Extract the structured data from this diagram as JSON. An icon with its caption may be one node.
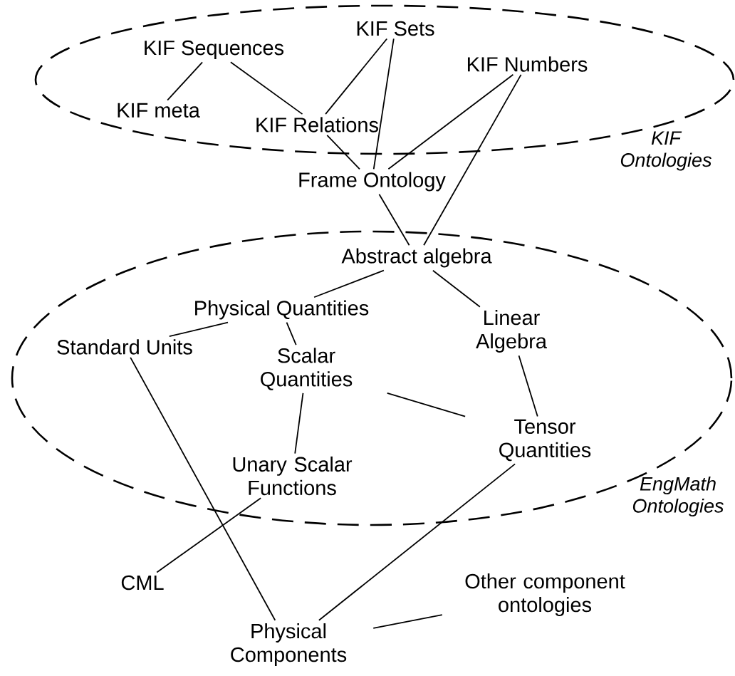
{
  "diagram": {
    "nodes": [
      {
        "text": [
          "KIF Ontologies"
        ]
      },
      {
        "text": [
          "KIF Sets"
        ],
        "in": 0
      },
      {
        "text": [
          "KIF Sequences"
        ],
        "in": 0
      },
      {
        "text": [
          "KIF Numbers"
        ],
        "in": 0
      },
      {
        "text": [
          "KIF meta"
        ],
        "in": 0
      },
      {
        "text": [
          "KIF Relations"
        ],
        "in": 0
      },
      {
        "text": [
          "Frame Ontology"
        ]
      },
      {
        "text": [
          "EngMath Ontologies"
        ]
      },
      {
        "text": [
          "Abstract algebra"
        ],
        "in": 7
      },
      {
        "text": [
          "Physical Quantities"
        ],
        "in": 7
      },
      {
        "text": [
          "Linear Algebra"
        ],
        "in": 7
      },
      {
        "text": [
          "Scalar Quantities"
        ],
        "in": 7
      },
      {
        "text": [
          "Standard Units"
        ],
        "in": 7
      },
      {
        "text": [
          "Tensor Quantities"
        ],
        "in": 7
      },
      {
        "text": [
          "Unary Scalar Functions"
        ],
        "in": 7
      },
      {
        "text": [
          "CML"
        ]
      },
      {
        "text": [
          "Other component ontologies"
        ]
      },
      {
        "text": [
          "Physical Components"
        ]
      }
    ],
    "edges": [
      {
        "from": 2,
        "to": 4,
        "arrow": "none"
      },
      {
        "from": 2,
        "to": 5,
        "arrow": "none"
      },
      {
        "from": 1,
        "to": 5,
        "arrow": "none"
      },
      {
        "from": 1,
        "to": 6,
        "arrow": "none"
      },
      {
        "from": 3,
        "to": 6,
        "arrow": "none"
      },
      {
        "from": 5,
        "to": 6,
        "arrow": "none"
      },
      {
        "from": 3,
        "to": 8,
        "arrow": "none"
      },
      {
        "from": 6,
        "to": 8,
        "arrow": "none"
      },
      {
        "from": 8,
        "to": 9,
        "arrow": "none"
      },
      {
        "from": 8,
        "to": 10,
        "arrow": "none"
      },
      {
        "from": 9,
        "to": 12,
        "arrow": "none"
      },
      {
        "from": 9,
        "to": 11,
        "arrow": "none"
      },
      {
        "from": 10,
        "to": 13,
        "arrow": "none"
      },
      {
        "from": 11,
        "to": 14,
        "arrow": "none"
      },
      {
        "from": 11,
        "to": 13,
        "arrow": "none"
      },
      {
        "from": 12,
        "to": 17,
        "arrow": "none"
      },
      {
        "from": 14,
        "to": 15,
        "arrow": "none"
      },
      {
        "from": 13,
        "to": 17,
        "arrow": "none"
      },
      {
        "from": 16,
        "to": 17,
        "arrow": "none"
      }
    ]
  }
}
